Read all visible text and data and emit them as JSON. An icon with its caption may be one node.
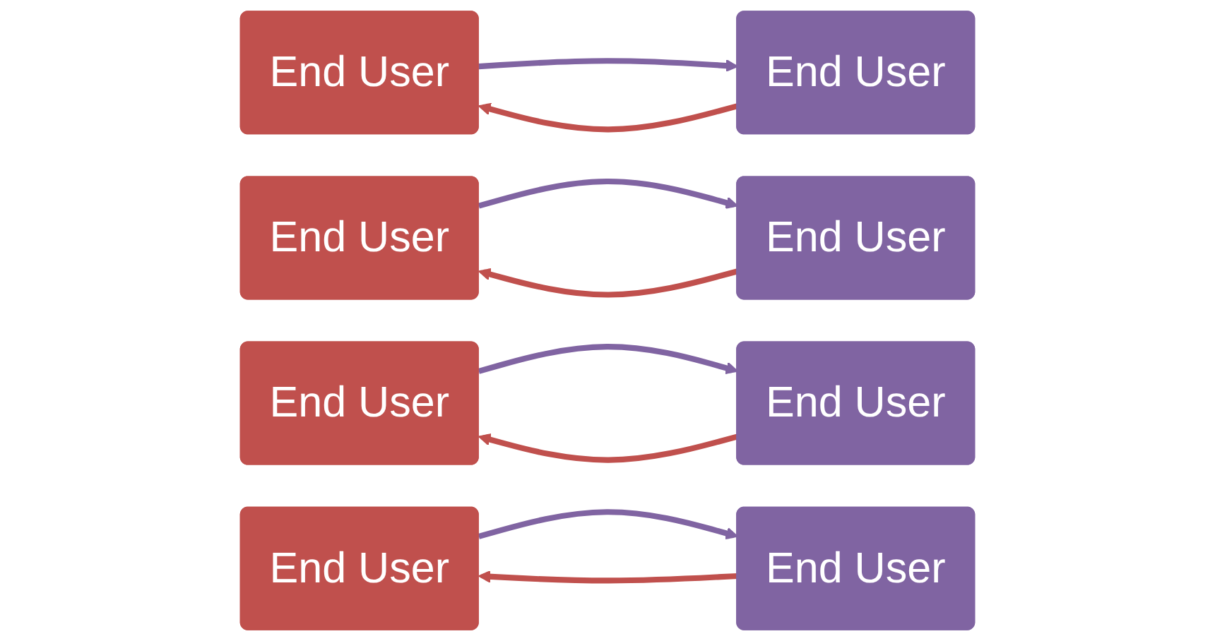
{
  "diagram": {
    "nodes": [
      {
        "text": [
          "End User"
        ]
      },
      {
        "text": [
          "End User"
        ]
      },
      {
        "text": [
          "End User"
        ]
      },
      {
        "text": [
          "End User"
        ]
      },
      {
        "text": [
          "End User"
        ]
      },
      {
        "text": [
          "End User"
        ]
      },
      {
        "text": [
          "End User"
        ]
      },
      {
        "text": [
          "End User"
        ]
      }
    ],
    "edges": [
      {
        "from": 0,
        "to": 1,
        "arrow": "to",
        "color": "#8064a2"
      },
      {
        "from": 1,
        "to": 0,
        "arrow": "to",
        "color": "#c0504d"
      },
      {
        "from": 2,
        "to": 3,
        "arrow": "to",
        "color": "#8064a2"
      },
      {
        "from": 3,
        "to": 2,
        "arrow": "to",
        "color": "#c0504d"
      },
      {
        "from": 4,
        "to": 5,
        "arrow": "to",
        "color": "#8064a2"
      },
      {
        "from": 5,
        "to": 4,
        "arrow": "to",
        "color": "#c0504d"
      },
      {
        "from": 6,
        "to": 7,
        "arrow": "to",
        "color": "#8064a2"
      },
      {
        "from": 7,
        "to": 6,
        "arrow": "to",
        "color": "#c0504d"
      }
    ]
  }
}
